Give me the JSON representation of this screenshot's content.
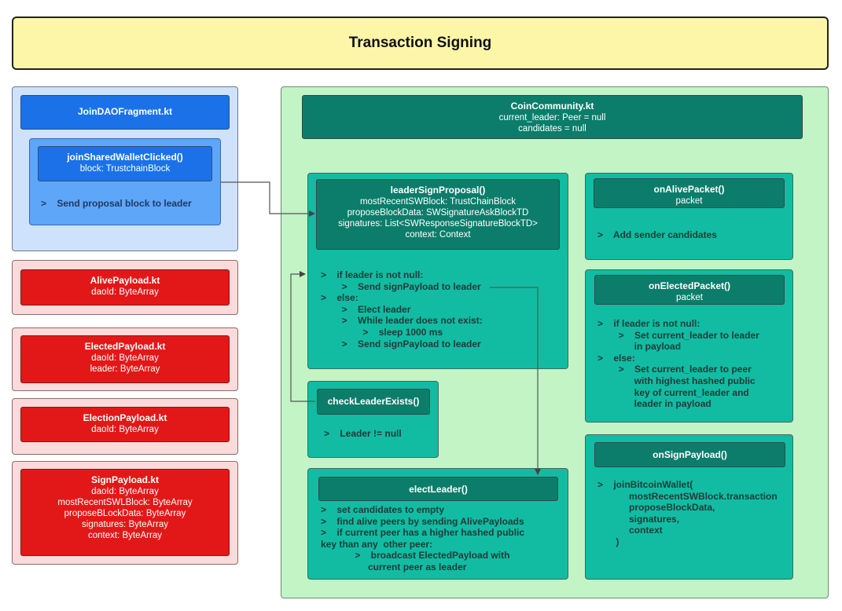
{
  "title": "Transaction Signing",
  "join_dao": {
    "file": "JoinDAOFragment.kt",
    "method_name": "joinSharedWalletClicked()",
    "method_param": "block: TrustchainBlock",
    "body": [
      ">    Send proposal block to leader"
    ]
  },
  "payloads": [
    {
      "name": "AlivePayload.kt",
      "fields": [
        "daoId: ByteArray"
      ]
    },
    {
      "name": "ElectedPayload.kt",
      "fields": [
        "daoId: ByteArray",
        "leader: ByteArray"
      ]
    },
    {
      "name": "ElectionPayload.kt",
      "fields": [
        "daoId: ByteArray"
      ]
    },
    {
      "name": "SignPayload.kt",
      "fields": [
        "daoId: ByteArray",
        "mostRecentSWLBlock: ByteArray",
        "proposeBLockData: ByteArray",
        "signatures: ByteArray",
        "context: ByteArray"
      ]
    }
  ],
  "coin_community": {
    "file": "CoinCommunity.kt",
    "fields": [
      "current_leader: Peer = null",
      "candidates = null"
    ]
  },
  "leader_sign_proposal": {
    "name": "leaderSignProposal()",
    "params": [
      "mostRecentSWBlock: TrustChainBlock",
      "proposeBlockData: SWSignatureAskBlockTD",
      "signatures: List<SWResponseSignatureBlockTD>",
      "context: Context"
    ],
    "body": [
      ">    if leader is not null:",
      "        >    Send signPayload to leader",
      ">    else:",
      "        >    Elect leader",
      "        >    While leader does not exist:",
      "                >    sleep 1000 ms",
      "        >    Send signPayload to leader"
    ]
  },
  "check_leader_exists": {
    "name": "checkLeaderExists()",
    "body": [
      ">    Leader != null"
    ]
  },
  "elect_leader": {
    "name": "electLeader()",
    "body": [
      ">    set candidates to empty",
      ">    find alive peers by sending AlivePayloads",
      ">    if current peer has a higher hashed public",
      "key than any  other peer:",
      "             >    broadcast ElectedPayload with",
      "                  current peer as leader"
    ]
  },
  "on_alive_packet": {
    "name": "onAlivePacket()",
    "param": "packet",
    "body": [
      ">    Add sender candidates"
    ]
  },
  "on_elected_packet": {
    "name": "onElectedPacket()",
    "param": "packet",
    "body": [
      ">    if leader is not null:",
      "        >    Set current_leader to leader",
      "              in payload",
      ">    else:",
      "        >    Set current_leader to peer",
      "              with highest hashed public",
      "              key of current_leader and",
      "              leader in payload"
    ]
  },
  "on_sign_payload": {
    "name": "onSignPayload()",
    "body": [
      ">    joinBitcoinWallet(",
      "            mostRecentSWBlock.transaction",
      "            proposeBlockData,",
      "            signatures,",
      "            context",
      "       )"
    ]
  }
}
